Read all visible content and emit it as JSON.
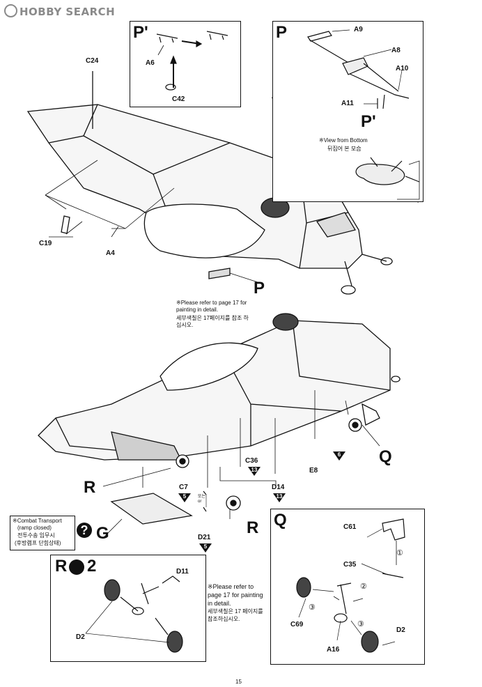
{
  "watermark": "HOBBY SEARCH",
  "page_number": "15",
  "labels": {
    "c24": "C24",
    "c19": "C19",
    "a4": "A4",
    "p_main": "P",
    "p_prime_box": "P'",
    "p_box": "P",
    "p_prime_inner": "P'",
    "a6": "A6",
    "c42": "C42",
    "a9": "A9",
    "a8": "A8",
    "a10": "A10",
    "a11": "A11",
    "r_left": "R",
    "r_mid": "R",
    "q_main": "Q",
    "g": "G",
    "c7": "C7",
    "c36": "C36",
    "d14": "D14",
    "d21": "D21",
    "e8": "E8",
    "or_text": "또는\nor",
    "q_box": "Q",
    "c61": "C61",
    "c35": "C35",
    "c69": "C69",
    "a16": "A16",
    "d2_q": "D2",
    "r_box": "R",
    "r_box_num": "2",
    "d11": "D11",
    "d2_r": "D2"
  },
  "view_from_bottom": {
    "en": "※View from Bottom",
    "ko": "뒤집어 본 모습"
  },
  "paint_note_1": {
    "en": "※Please refer to page 17 for painting in detail.",
    "ko": "세부색칠은 17페이지를 참조 하십시오."
  },
  "paint_note_2": {
    "en": "※Please refer to page 17 for painting in detail.",
    "ko": "세부색칠은 17 페이지를 참조하십시오."
  },
  "combat_note": {
    "en1": "※Combat Transport",
    "en2": "(ramp closed)",
    "ko1": "전투수송 임무시",
    "ko2": "(후방램프 단힘상태)"
  },
  "triangles": {
    "t6": "6",
    "t5a": "5",
    "t13a": "13",
    "t13b": "13",
    "t5b": "5"
  },
  "circled": {
    "c1": "①",
    "c2": "②",
    "c3a": "③",
    "c3b": "③"
  }
}
